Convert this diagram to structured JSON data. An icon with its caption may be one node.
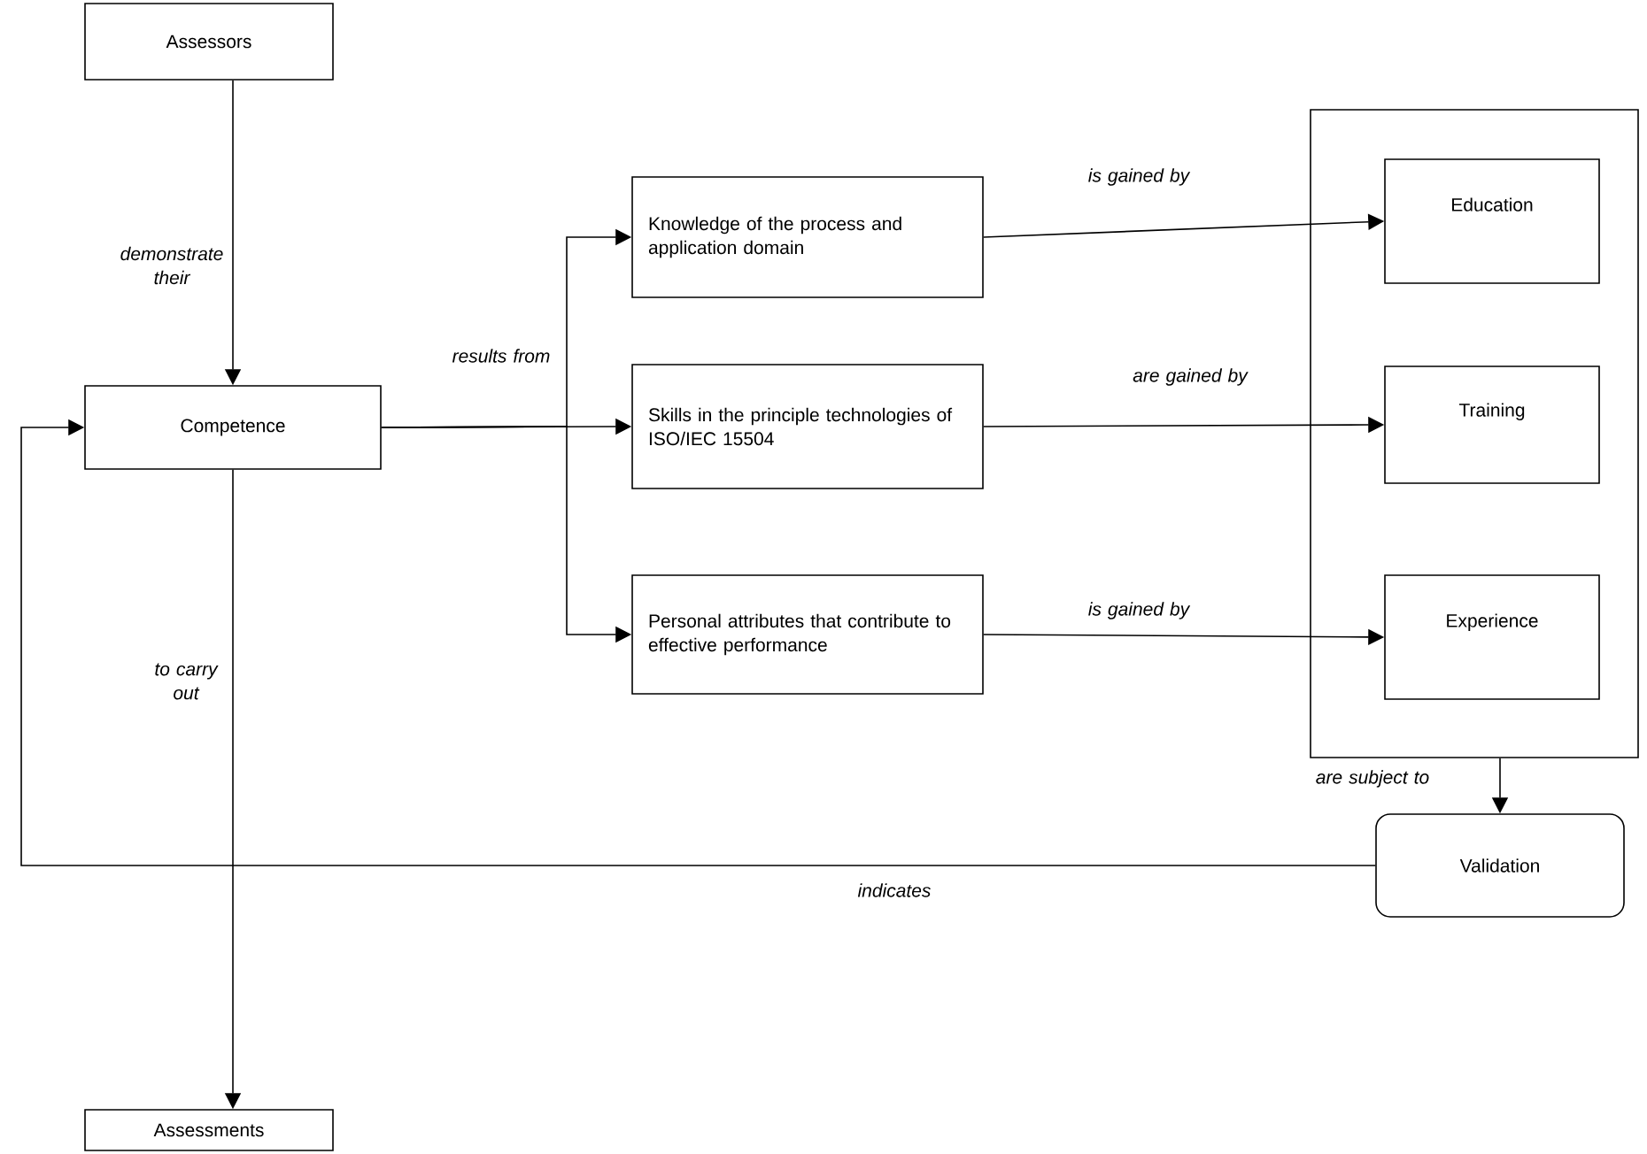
{
  "diagram": {
    "nodes": [
      {
        "text": [
          "Assessors"
        ]
      },
      {
        "text": [
          "Competence"
        ]
      },
      {
        "text": [
          "Knowledge of the process and application domain"
        ]
      },
      {
        "text": [],
        "shape": "box"
      },
      {
        "text": [
          "Education"
        ],
        "in": 3
      },
      {
        "text": [
          "Skills in the principle technologies of ISO/IEC 15504"
        ]
      },
      {
        "text": [
          "Training"
        ],
        "in": 3
      },
      {
        "text": [
          "Personal attributes that contribute to effective performance"
        ]
      },
      {
        "text": [
          "Experience"
        ],
        "in": 3
      },
      {
        "text": [
          "Validation"
        ]
      },
      {
        "text": [
          "Assessments"
        ]
      }
    ],
    "edges": [
      {
        "from": 0,
        "to": 1,
        "arrow": "to",
        "label": "demonstrate their"
      },
      {
        "from": 1,
        "to": 2,
        "arrow": "to",
        "label": "results from"
      },
      {
        "from": 1,
        "to": 5,
        "arrow": "to"
      },
      {
        "from": 1,
        "to": 7,
        "arrow": "to"
      },
      {
        "from": 2,
        "to": 4,
        "arrow": "to",
        "label": "is gained by"
      },
      {
        "from": 5,
        "to": 6,
        "arrow": "to",
        "label": "are gained by"
      },
      {
        "from": 7,
        "to": 8,
        "arrow": "to",
        "label": "is gained by"
      },
      {
        "from": 3,
        "to": 9,
        "arrow": "to",
        "label": "are subject to"
      },
      {
        "from": 9,
        "to": 1,
        "arrow": "to",
        "label": "indicates"
      },
      {
        "from": 1,
        "to": 10,
        "arrow": "to",
        "label": "to carry out"
      }
    ]
  }
}
